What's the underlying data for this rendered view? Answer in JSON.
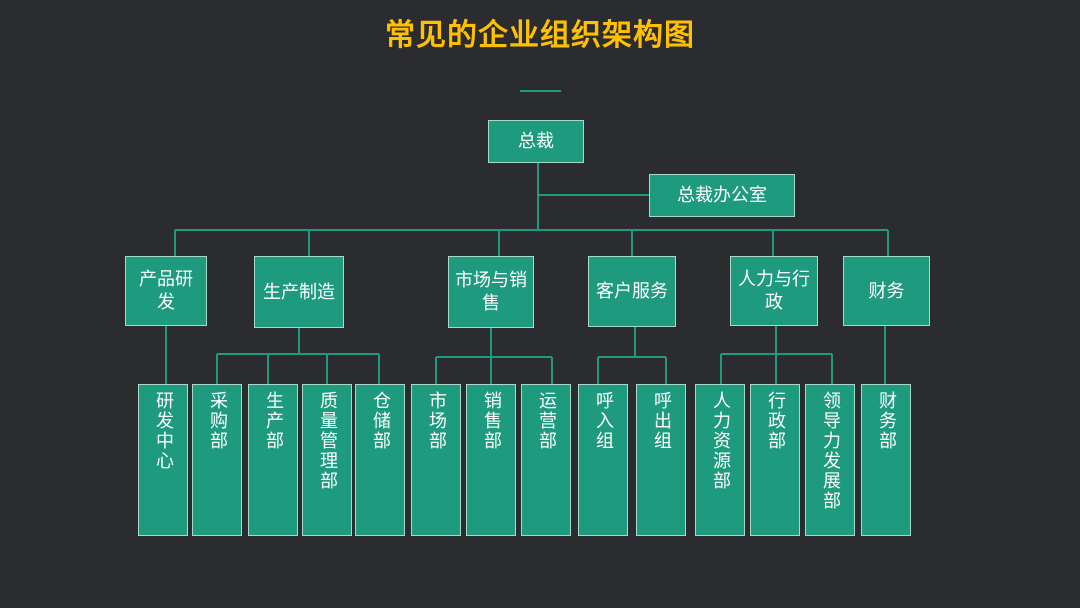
{
  "title": "常见的企业组织架构图",
  "colors": {
    "background": "#2b2c30",
    "box": "#1e9b7e",
    "title": "#ffc000",
    "line": "#1e9b7e"
  },
  "ceo": "总裁",
  "ceo_office": "总裁办公室",
  "departments": {
    "rd": {
      "label": "产品研发"
    },
    "mfg": {
      "label": "生产制造"
    },
    "sales": {
      "label": "市场与销售"
    },
    "service": {
      "label": "客户服务"
    },
    "hr": {
      "label": "人力与行政"
    },
    "finance": {
      "label": "财务"
    }
  },
  "subs": {
    "rd_center": "研发中心",
    "purchase": "采购部",
    "production": "生产部",
    "quality": "质量管理部",
    "storage": "仓储部",
    "market": "市场部",
    "selling": "销售部",
    "operation": "运营部",
    "call_in": "呼入组",
    "call_out": "呼出组",
    "hr_res": "人力资源部",
    "admin": "行政部",
    "leadership": "领导力发展部",
    "finance_dept": "财务部"
  }
}
